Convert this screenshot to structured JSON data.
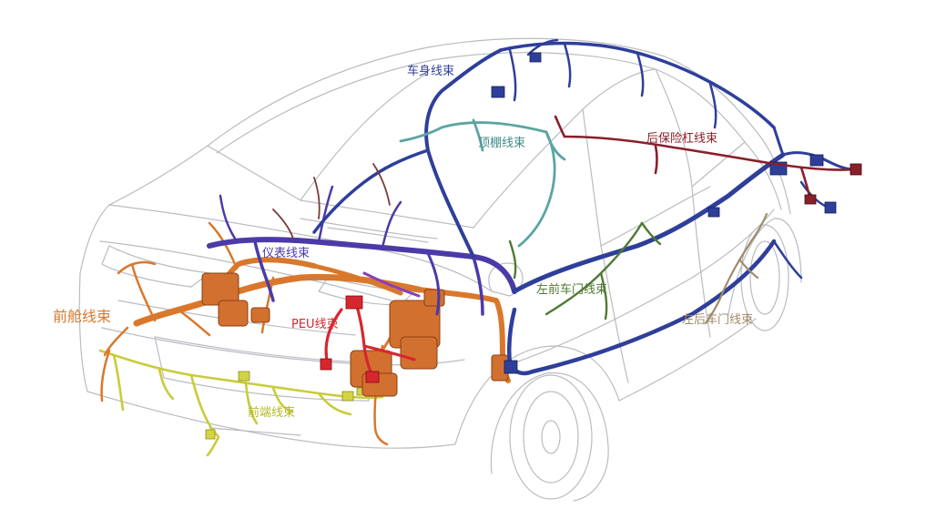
{
  "labels": {
    "body_harness": "车身线束",
    "roof_harness": "顶棚线束",
    "rear_bumper_harness": "后保险杠线束",
    "instrument_harness": "仪表线束",
    "front_cabin_harness": "前舱线束",
    "peu_harness": "PEU线束",
    "left_front_door_harness": "左前车门线束",
    "left_rear_door_harness": "左后车门线束",
    "front_end_harness": "前端线束"
  },
  "colors": {
    "body_harness": "#2e3f9a",
    "roof_harness": "#5aa5a2",
    "rear_bumper_harness": "#8a1f2a",
    "instrument_harness": "#4b3aa8",
    "front_cabin_harness": "#d9782c",
    "peu_harness": "#d8262e",
    "left_front_door_harness": "#4f7a34",
    "left_rear_door_harness": "#a08a6a",
    "front_end_harness": "#c9cc3a",
    "car_outline": "#b9bcc2"
  }
}
